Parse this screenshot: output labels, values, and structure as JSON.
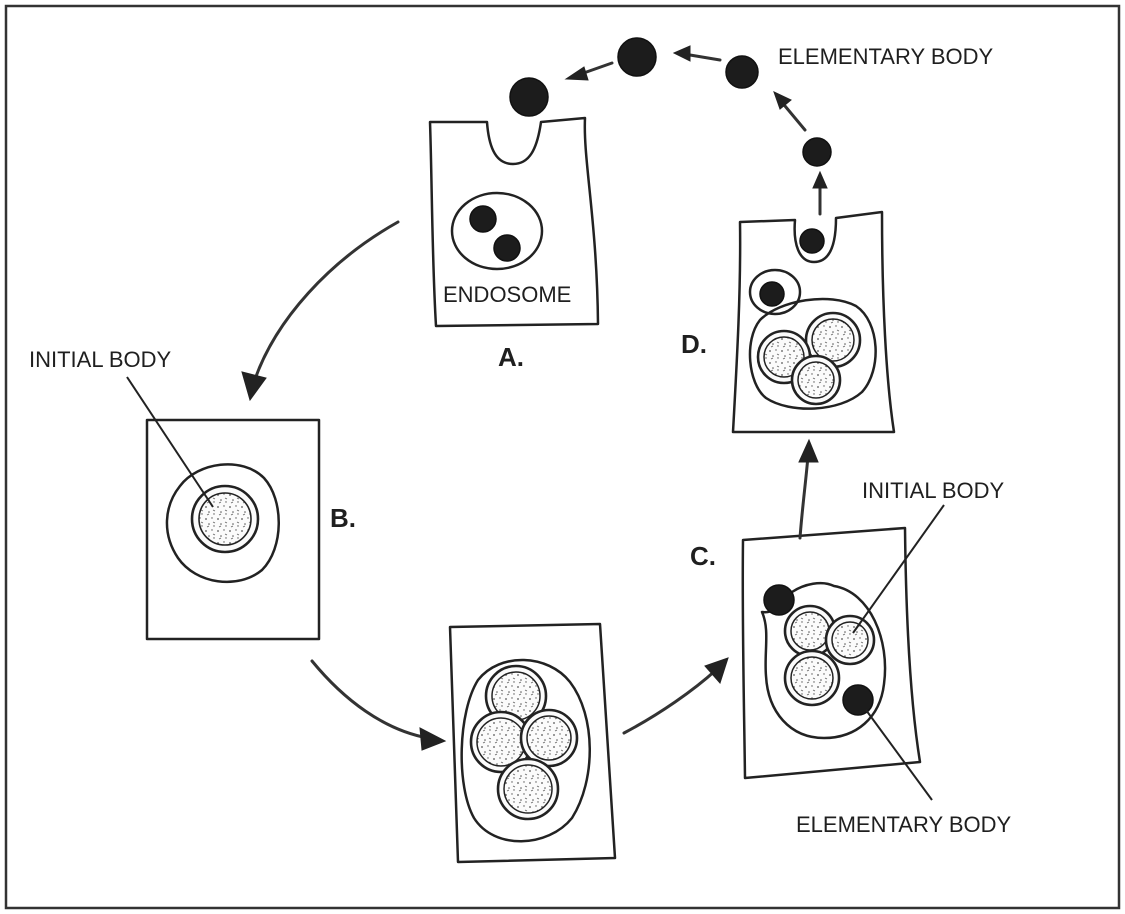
{
  "labels": {
    "elementary_body_top": "ELEMENTARY BODY",
    "endosome": "ENDOSOME",
    "initial_body_left": "INITIAL BODY",
    "initial_body_right": "INITIAL BODY",
    "elementary_body_bottom": "ELEMENTARY BODY"
  },
  "steps": {
    "a": "A.",
    "b": "B.",
    "c": "C.",
    "d": "D."
  },
  "colors": {
    "ink": "#222222",
    "background": "#ffffff"
  }
}
